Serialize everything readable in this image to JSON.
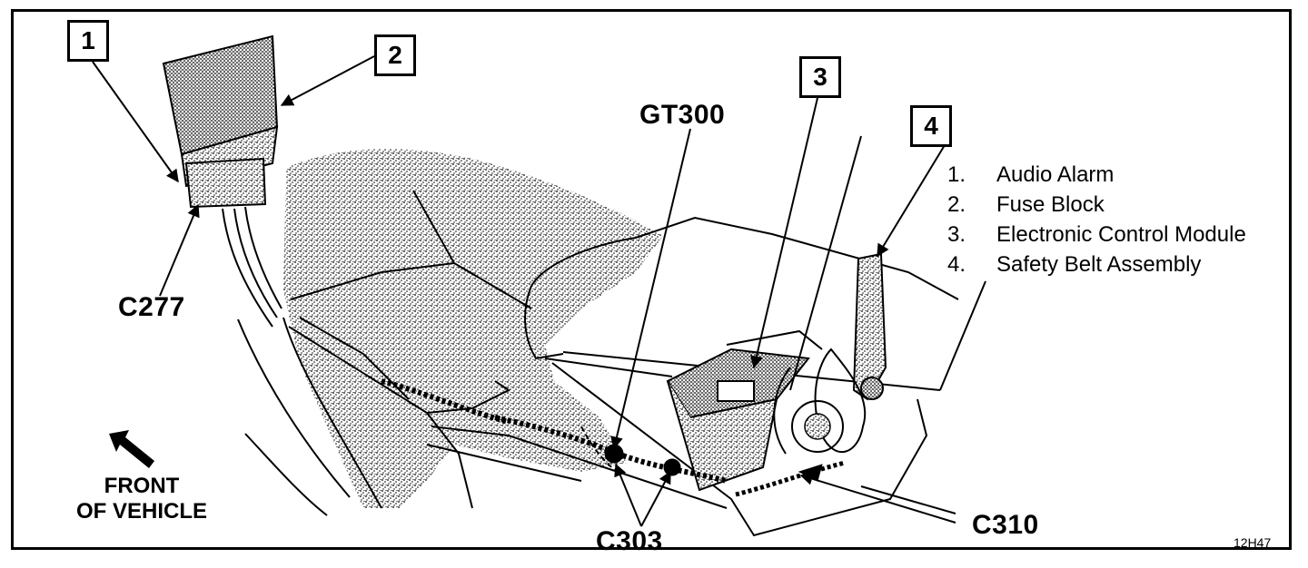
{
  "callouts": {
    "c1": "1",
    "c2": "2",
    "c3": "3",
    "c4": "4"
  },
  "connectors": {
    "c277": "C277",
    "gt300": "GT300",
    "c303": "C303",
    "c310": "C310"
  },
  "legend": [
    {
      "num": "1.",
      "label": "Audio Alarm"
    },
    {
      "num": "2.",
      "label": "Fuse Block"
    },
    {
      "num": "3.",
      "label": "Electronic Control Module"
    },
    {
      "num": "4.",
      "label": "Safety Belt Assembly"
    }
  ],
  "front_label": {
    "line1": "FRONT",
    "line2": "OF VEHICLE"
  },
  "figure_id": "12H47",
  "colors": {
    "ink": "#000000",
    "paper": "#ffffff",
    "stipple": "#7a7a7a"
  }
}
